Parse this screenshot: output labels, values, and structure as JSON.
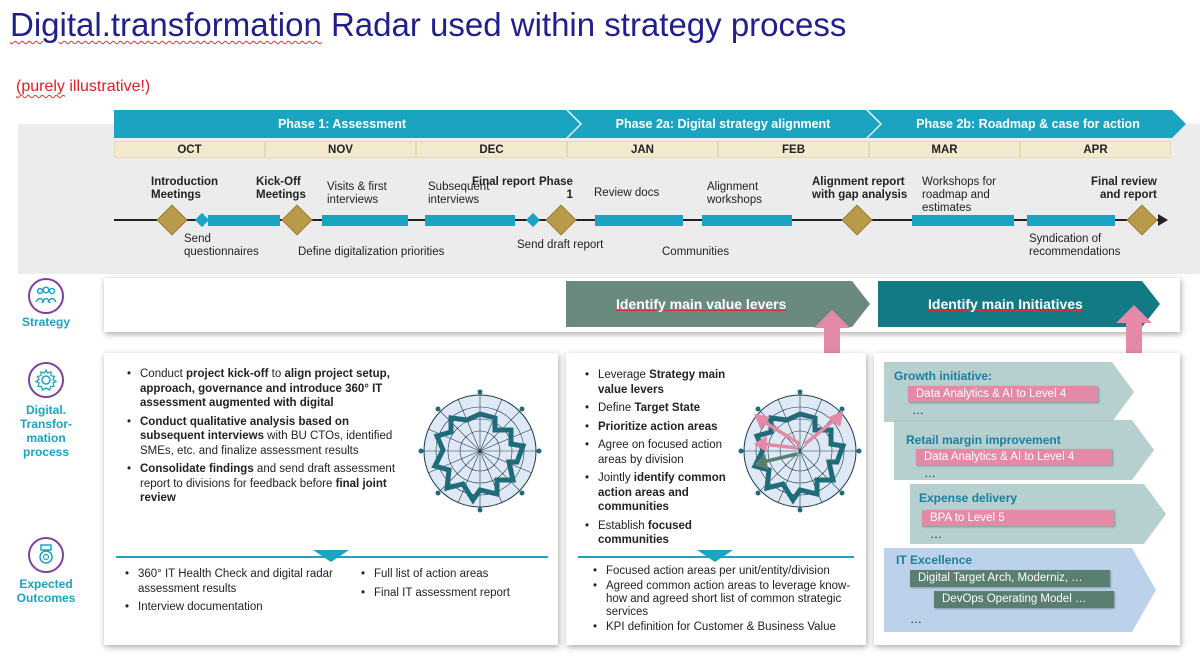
{
  "title": {
    "part1": "Digital.transformation",
    "part2": " Radar used within strategy process"
  },
  "subtitle": {
    "part1": "(purely",
    "part2": "  illustrative!)"
  },
  "phases": [
    {
      "label": "Phase 1: Assessment"
    },
    {
      "label": "Phase 2a: Digital strategy alignment"
    },
    {
      "label": "Phase 2b: Roadmap & case for action"
    }
  ],
  "months": [
    "OCT",
    "NOV",
    "DEC",
    "JAN",
    "FEB",
    "MAR",
    "APR"
  ],
  "timeline": {
    "top": [
      {
        "text": "Introduction\nMeetings",
        "bold": true
      },
      {
        "text": "Kick-Off\nMeetings",
        "bold": true
      },
      {
        "text": "Visits & first\ninterviews",
        "bold": false
      },
      {
        "text": "Subsequent\ninterviews",
        "bold": false
      },
      {
        "text": "Final report",
        "bold": true
      },
      {
        "text": "Phase\n1",
        "bold": true
      },
      {
        "text": "Review docs",
        "bold": false
      },
      {
        "text": "Alignment\nworkshops",
        "bold": false
      },
      {
        "text": "Alignment report\nwith gap analysis",
        "bold": true
      },
      {
        "text": "Workshops for\nroadmap and\nestimates",
        "bold": false
      },
      {
        "text": "Final review\nand report",
        "bold": true
      }
    ],
    "bottom": [
      {
        "text": "Send\nquestionnaires"
      },
      {
        "text": "Define digitalization priorities"
      },
      {
        "text": "Send draft report"
      },
      {
        "text": "Communities"
      },
      {
        "text": "Syndication of\nrecommendations"
      }
    ]
  },
  "rows": {
    "strategy": {
      "label": "Strategy"
    },
    "dt": {
      "label": "Digital.\nTransfor-\nmation\nprocess"
    },
    "outcomes": {
      "label": "Expected\nOutcomes"
    }
  },
  "strategy_arrows": {
    "left": {
      "label": "Identify main value levers",
      "color": "#6b8a7e"
    },
    "right": {
      "label": "Identify main Initiatives",
      "color": "#127a85"
    }
  },
  "phase1_bullets": [
    "Conduct project kick-off to align project setup, approach, governance and introduce 360° IT assessment augmented with digital",
    "Conduct qualitative analysis based on subsequent interviews with BU CTOs, identified SMEs, etc. and finalize assessment results",
    "Consolidate findings and send draft assessment report to divisions for feedback before final joint review"
  ],
  "phase2a_bullets": [
    "Leverage Strategy main value levers",
    "Define Target State",
    "Prioritize action areas",
    "Agree on focused action areas by division",
    "Jointly identify common action areas and communities",
    "Establish focused communities"
  ],
  "outcomes": {
    "col1": [
      "360° IT Health Check and digital radar assessment results",
      "Interview documentation"
    ],
    "col2": [
      "Full  list of action areas",
      "Final IT assessment report"
    ],
    "col3": [
      "Focused action areas per unit/entity/division",
      "Agreed common action areas to leverage know-how and agreed short list of common strategic services",
      "KPI definition for Customer & Business Value"
    ]
  },
  "initiatives": [
    {
      "heading": "Growth initiative:",
      "items": [
        "Data Analytics & AI to Level 4"
      ],
      "dots": "…"
    },
    {
      "heading": "Retail margin improvement",
      "items": [
        "Data Analytics & AI to Level 4"
      ],
      "dots": "…"
    },
    {
      "heading": "Expense delivery",
      "items": [
        "BPA to Level 5"
      ],
      "dots": "…"
    },
    {
      "heading": "IT Excellence",
      "items": [
        "Digital Target Arch, Moderniz, …",
        "DevOps Operating Model …"
      ],
      "dots": "…"
    }
  ],
  "colors": {
    "accent": "#1aa4c2",
    "title": "#1f1f8f",
    "gold": "#b89a4a",
    "pink": "#e58aa6",
    "purple": "#7d3fa0"
  }
}
